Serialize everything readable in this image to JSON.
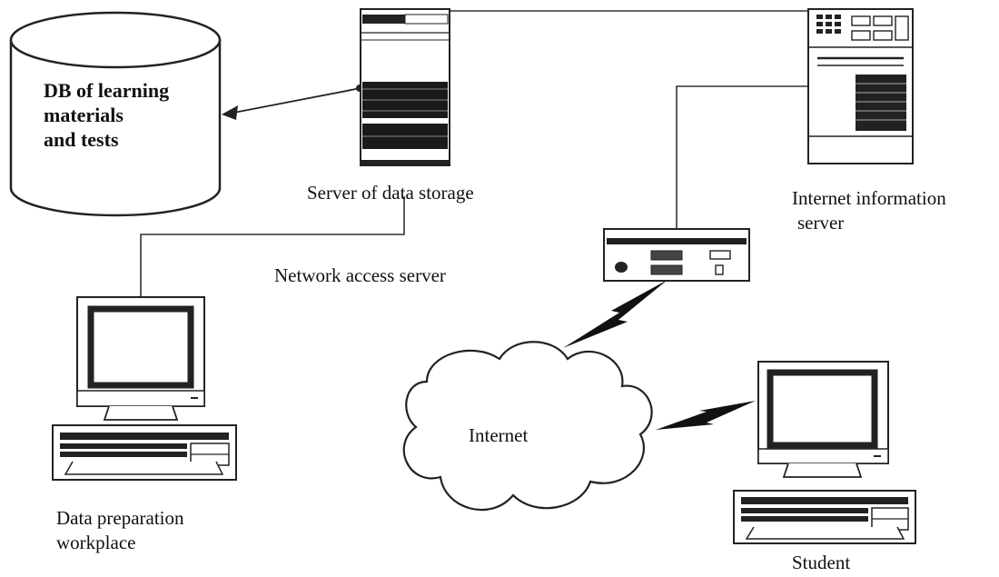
{
  "nodes": {
    "database": {
      "lines": [
        "DB of learning",
        "materials",
        "and tests"
      ]
    },
    "data_storage_server": {
      "label": "Server of data storage"
    },
    "internet_info_server": {
      "lines": [
        "Internet information",
        "server"
      ]
    },
    "network_access_server": {
      "label": "Network access server"
    },
    "data_prep_workplace": {
      "lines": [
        "Data preparation",
        "workplace"
      ]
    },
    "internet": {
      "label": "Internet"
    },
    "student": {
      "label": "Student"
    }
  },
  "colors": {
    "line": "#222222",
    "dark": "#1a1a1a",
    "background": "#ffffff"
  }
}
